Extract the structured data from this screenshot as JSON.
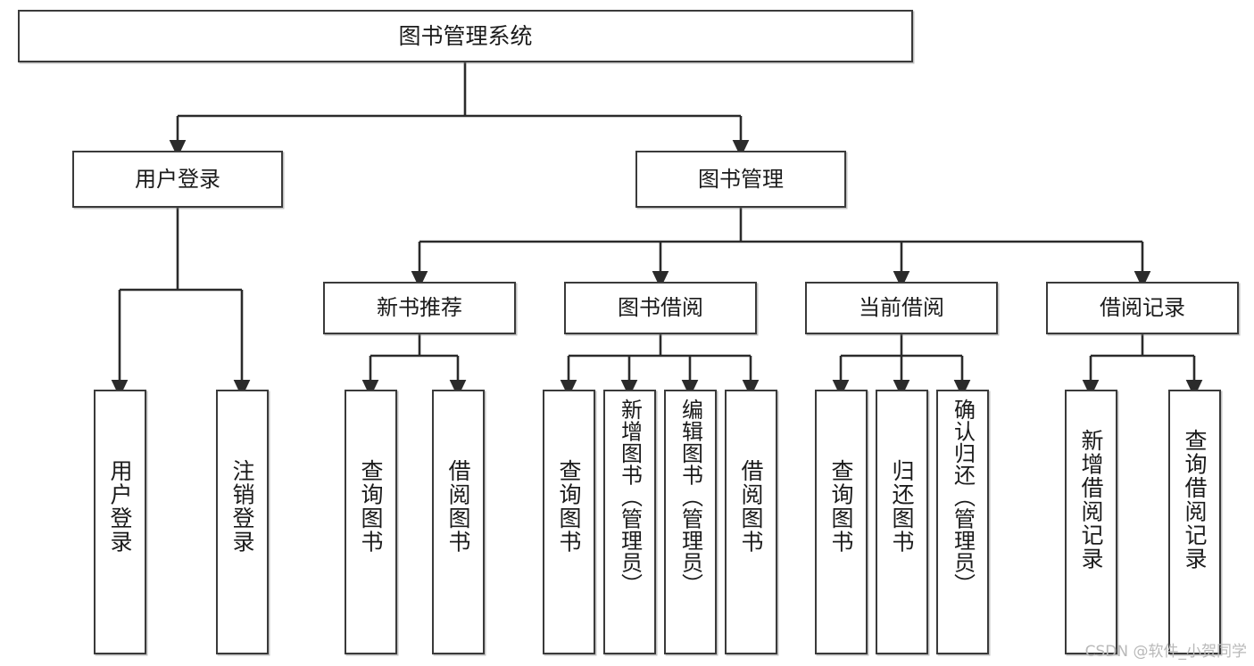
{
  "diagram": {
    "kind": "tree-hierarchy-chart",
    "title": "图书管理系统",
    "watermark": "CSDN @软件_小贺同学",
    "style": {
      "box_border_color": "#3a3a3a",
      "box_fill": "#ffffff",
      "text_color": "#1b1b1b",
      "connector_color": "#2b2b2b",
      "background": "#ffffff",
      "watermark_color": "#b9b9b9"
    },
    "root": {
      "id": "root",
      "label": "图书管理系统",
      "orientation": "horizontal"
    },
    "level1": [
      {
        "id": "user-login",
        "label": "用户登录",
        "orientation": "horizontal"
      },
      {
        "id": "book-manage",
        "label": "图书管理",
        "orientation": "horizontal"
      }
    ],
    "level2": [
      {
        "id": "new-book-recommend",
        "label": "新书推荐",
        "orientation": "horizontal",
        "parent": "book-manage"
      },
      {
        "id": "book-borrow",
        "label": "图书借阅",
        "orientation": "horizontal",
        "parent": "book-manage"
      },
      {
        "id": "current-borrow",
        "label": "当前借阅",
        "orientation": "horizontal",
        "parent": "book-manage"
      },
      {
        "id": "borrow-record",
        "label": "借阅记录",
        "orientation": "horizontal",
        "parent": "book-manage"
      }
    ],
    "leaves": [
      {
        "id": "leaf-user-login",
        "label": "用户登录",
        "parent": "user-login"
      },
      {
        "id": "leaf-logout-login",
        "label": "注销登录",
        "parent": "user-login"
      },
      {
        "id": "leaf-query-book-1",
        "label": "查询图书",
        "parent": "new-book-recommend"
      },
      {
        "id": "leaf-borrow-book-1",
        "label": "借阅图书",
        "parent": "new-book-recommend"
      },
      {
        "id": "leaf-query-book-2",
        "label": "查询图书",
        "parent": "book-borrow"
      },
      {
        "id": "leaf-add-book",
        "label": "新增图书（管理员）",
        "parent": "book-borrow"
      },
      {
        "id": "leaf-edit-book",
        "label": "编辑图书（管理员）",
        "parent": "book-borrow"
      },
      {
        "id": "leaf-borrow-book-2",
        "label": "借阅图书",
        "parent": "book-borrow"
      },
      {
        "id": "leaf-query-book-3",
        "label": "查询图书",
        "parent": "current-borrow"
      },
      {
        "id": "leaf-return-book",
        "label": "归还图书",
        "parent": "current-borrow"
      },
      {
        "id": "leaf-confirm-return",
        "label": "确认归还（管理员）",
        "parent": "current-borrow"
      },
      {
        "id": "leaf-add-record",
        "label": "新增借阅记录",
        "parent": "borrow-record"
      },
      {
        "id": "leaf-query-record",
        "label": "查询借阅记录",
        "parent": "borrow-record"
      }
    ]
  }
}
